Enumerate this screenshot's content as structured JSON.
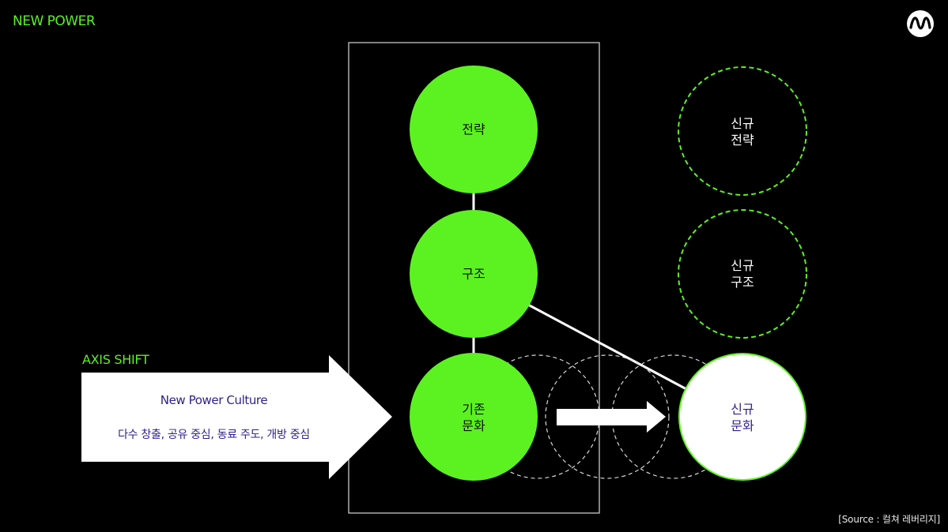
{
  "header": {
    "label": "NEW POWER"
  },
  "axis": {
    "label": "AXIS SHIFT"
  },
  "arrow": {
    "title": "New Power Culture",
    "subtitle": "다수 창출, 공유 중심, 동료 주도, 개방 중심"
  },
  "nodes": {
    "strategy": "전략",
    "structure": "구조",
    "culture": "기존\n문화",
    "new_strategy": "신규\n전략",
    "new_structure": "신규\n구조",
    "new_culture": "신규\n문화"
  },
  "source": "[Source : 컬쳐 레버리지]",
  "logo_icon": "brand-logo-icon",
  "colors": {
    "accent": "#5cf221",
    "background": "#000000",
    "text_dark": "#111111",
    "text_purple": "#2e1f8f",
    "white": "#ffffff"
  }
}
